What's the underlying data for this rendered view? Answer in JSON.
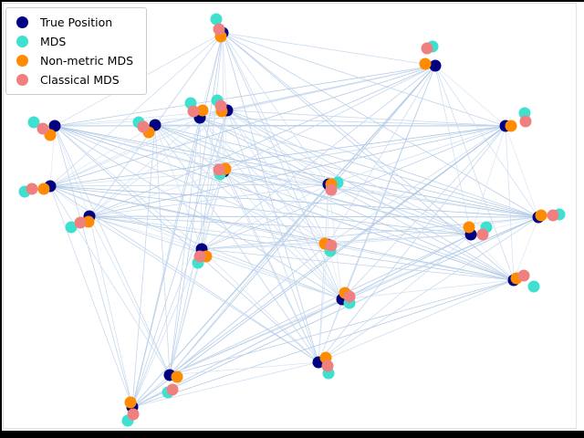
{
  "window": {
    "background": "#000000",
    "canvas_background": "#ffffff",
    "axes_border_color": "#e2e2e2"
  },
  "chart_data": {
    "type": "scatter",
    "title": "",
    "xlabel": "",
    "ylabel": "",
    "grid": false,
    "ticks": false,
    "legend_position": "upper left",
    "series": [
      {
        "key": "true",
        "name": "True Position",
        "color": "#000080"
      },
      {
        "key": "mds",
        "name": "MDS",
        "color": "#40e0d0"
      },
      {
        "key": "nmds",
        "name": "Non-metric MDS",
        "color": "#ff8c00"
      },
      {
        "key": "cmds",
        "name": "Classical MDS",
        "color": "#f08080"
      }
    ],
    "marker_radius": 6.5,
    "edges": {
      "rule": "all-pairs-between-true-positions",
      "color_light": "#eaf1f9",
      "color_dark": "#a3c0e2",
      "width": 0.8
    },
    "nodes": [
      {
        "true": [
          60,
          138
        ],
        "mds": [
          37,
          134
        ],
        "nmds": [
          55,
          148
        ],
        "cmds": [
          47,
          141
        ]
      },
      {
        "true": [
          170,
          137
        ],
        "mds": [
          152,
          134
        ],
        "nmds": [
          163,
          145
        ],
        "cmds": [
          157,
          139
        ]
      },
      {
        "true": [
          219,
          129
        ],
        "mds": [
          209,
          113
        ],
        "nmds": [
          222,
          121
        ],
        "cmds": [
          212,
          122
        ]
      },
      {
        "true": [
          249,
          121
        ],
        "mds": [
          238,
          110
        ],
        "nmds": [
          243,
          122
        ],
        "cmds": [
          242,
          116
        ]
      },
      {
        "true": [
          244,
          36
        ],
        "mds": [
          237,
          21
        ],
        "nmds": [
          242,
          40
        ],
        "cmds": [
          240,
          32
        ]
      },
      {
        "true": [
          477,
          72
        ],
        "mds": [
          474,
          51
        ],
        "nmds": [
          466,
          70
        ],
        "cmds": [
          468,
          53
        ]
      },
      {
        "true": [
          554,
          138
        ],
        "mds": [
          575,
          124
        ],
        "nmds": [
          560,
          138
        ],
        "cmds": [
          576,
          133
        ]
      },
      {
        "true": [
          55,
          204
        ],
        "mds": [
          27,
          210
        ],
        "nmds": [
          48,
          207
        ],
        "cmds": [
          35,
          207
        ]
      },
      {
        "true": [
          98,
          237
        ],
        "mds": [
          78,
          249
        ],
        "nmds": [
          97,
          243
        ],
        "cmds": [
          88,
          244
        ]
      },
      {
        "true": [
          245,
          188
        ],
        "mds": [
          241,
          191
        ],
        "nmds": [
          247,
          185
        ],
        "cmds": [
          240,
          186
        ]
      },
      {
        "true": [
          360,
          202
        ],
        "mds": [
          370,
          200
        ],
        "nmds": [
          363,
          202
        ],
        "cmds": [
          363,
          208
        ]
      },
      {
        "true": [
          516,
          257
        ],
        "mds": [
          533,
          249
        ],
        "nmds": [
          514,
          249
        ],
        "cmds": [
          529,
          257
        ]
      },
      {
        "true": [
          590,
          238
        ],
        "mds": [
          613,
          235
        ],
        "nmds": [
          593,
          236
        ],
        "cmds": [
          606,
          236
        ]
      },
      {
        "true": [
          221,
          273
        ],
        "mds": [
          217,
          288
        ],
        "nmds": [
          226,
          281
        ],
        "cmds": [
          219,
          281
        ]
      },
      {
        "true": [
          359,
          268
        ],
        "mds": [
          362,
          275
        ],
        "nmds": [
          356,
          267
        ],
        "cmds": [
          363,
          269
        ]
      },
      {
        "true": [
          375,
          328
        ],
        "mds": [
          383,
          332
        ],
        "nmds": [
          378,
          321
        ],
        "cmds": [
          383,
          325
        ]
      },
      {
        "true": [
          563,
          307
        ],
        "mds": [
          585,
          314
        ],
        "nmds": [
          566,
          305
        ],
        "cmds": [
          574,
          302
        ]
      },
      {
        "true": [
          186,
          411
        ],
        "mds": [
          184,
          430
        ],
        "nmds": [
          194,
          413
        ],
        "cmds": [
          189,
          427
        ]
      },
      {
        "true": [
          349,
          397
        ],
        "mds": [
          360,
          409
        ],
        "nmds": [
          357,
          392
        ],
        "cmds": [
          359,
          401
        ]
      },
      {
        "true": [
          145,
          446
        ],
        "mds": [
          140,
          461
        ],
        "nmds": [
          143,
          441
        ],
        "cmds": [
          146,
          454
        ]
      }
    ]
  }
}
